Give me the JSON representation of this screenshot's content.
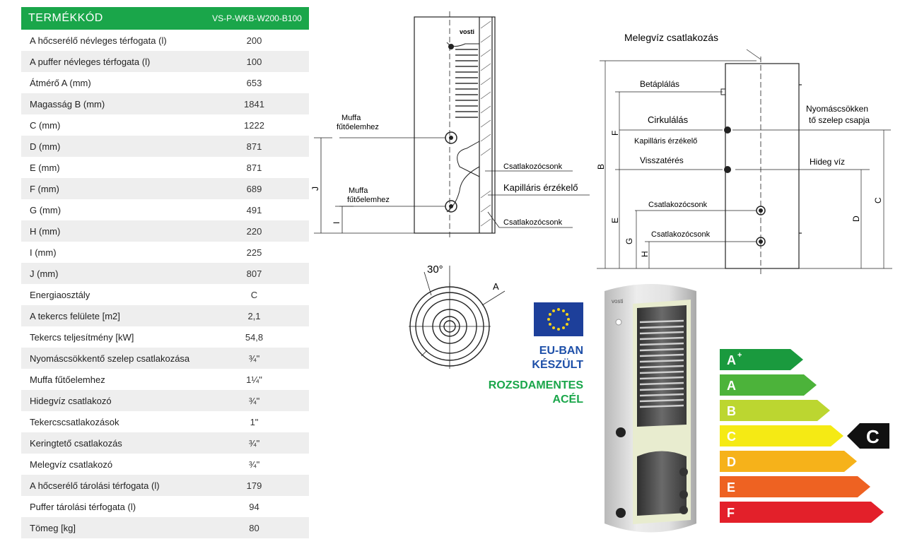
{
  "table": {
    "header_key": "TERMÉKKÓD",
    "header_value": "VS-P-WKB-W200-B100",
    "rows": [
      {
        "label": "A hőcserélő névleges térfogata (l)",
        "value": "200"
      },
      {
        "label": "A puffer névleges térfogata  (l)",
        "value": "100"
      },
      {
        "label": "Átmérő A  (mm)",
        "value": "653"
      },
      {
        "label": "Magasság B (mm)",
        "value": "1841"
      },
      {
        "label": "C (mm)",
        "value": "1222"
      },
      {
        "label": "D (mm)",
        "value": "871"
      },
      {
        "label": "E (mm)",
        "value": "871"
      },
      {
        "label": "F (mm)",
        "value": "689"
      },
      {
        "label": "G (mm)",
        "value": "491"
      },
      {
        "label": "H (mm)",
        "value": "220"
      },
      {
        "label": "I (mm)",
        "value": "225"
      },
      {
        "label": "J (mm)",
        "value": "807"
      },
      {
        "label": "Energiaosztály",
        "value": "C"
      },
      {
        "label": "A tekercs felülete  [m2]",
        "value": "2,1"
      },
      {
        "label": "Tekercs teljesítmény  [kW]",
        "value": "54,8"
      },
      {
        "label": "Nyomáscsökkentő szelep csatlakozása",
        "value": "¾\""
      },
      {
        "label": "Muffa fűtőelemhez",
        "value": "1¼\""
      },
      {
        "label": "Hidegvíz csatlakozó",
        "value": "¾\""
      },
      {
        "label": "Tekercscsatlakozások",
        "value": "1\""
      },
      {
        "label": "Keringtető csatlakozás",
        "value": "¾\""
      },
      {
        "label": "Melegvíz csatlakozó",
        "value": "¾\""
      },
      {
        "label": "A hőcserélő tárolási térfogata (l)",
        "value": "179"
      },
      {
        "label": "Puffer tárolási térfogata  (l)",
        "value": "94"
      },
      {
        "label": "Tömeg [kg]",
        "value": "80"
      }
    ]
  },
  "side_drawing": {
    "brand": "vosti",
    "labels": {
      "muffa1": [
        "Muffa",
        "fűtőelemhez"
      ],
      "muffa2": [
        "Muffa",
        "fűtőelemhez"
      ],
      "csatl1": "Csatlakozócsonk",
      "kapil": "Kapilláris érzékelő",
      "csatl2": "Csatlakozócsonk",
      "dimJ": "J",
      "dimI": "I"
    }
  },
  "top_view": {
    "angle": "30°",
    "dimA": "A"
  },
  "front_drawing": {
    "labels": {
      "melegviz": "Melegvíz csatlakozás",
      "betaplalas": "Betáplálás",
      "cirkulalas": "Cirkulálás",
      "nyomas": [
        "Nyomáscsökken",
        "tő szelep csapja"
      ],
      "kapil": "Kapilláris érzékelő",
      "visszateres": "Visszatérés",
      "hidegviz": "Hideg víz",
      "csatl1": "Csatlakozócsonk",
      "csatl2": "Csatlakozócsonk"
    },
    "dims": {
      "B": "B",
      "F": "F",
      "E": "E",
      "G": "G",
      "H": "H",
      "D": "D",
      "C": "C"
    }
  },
  "badges": {
    "eu1": [
      "EU-BAN",
      "KÉSZÜLT"
    ],
    "eu2": [
      "ROZSDAMENTES",
      "ACÉL"
    ]
  },
  "product_brand": "vosti",
  "energy": {
    "classes": [
      {
        "label": "A",
        "sup": "+",
        "color": "#1a9a3e"
      },
      {
        "label": "A",
        "sup": "",
        "color": "#4cb33a"
      },
      {
        "label": "B",
        "sup": "",
        "color": "#bcd630"
      },
      {
        "label": "C",
        "sup": "",
        "color": "#f5ea14"
      },
      {
        "label": "D",
        "sup": "",
        "color": "#f6b21a"
      },
      {
        "label": "E",
        "sup": "",
        "color": "#ee6222"
      },
      {
        "label": "F",
        "sup": "",
        "color": "#e3202a"
      }
    ],
    "rating": "C"
  }
}
